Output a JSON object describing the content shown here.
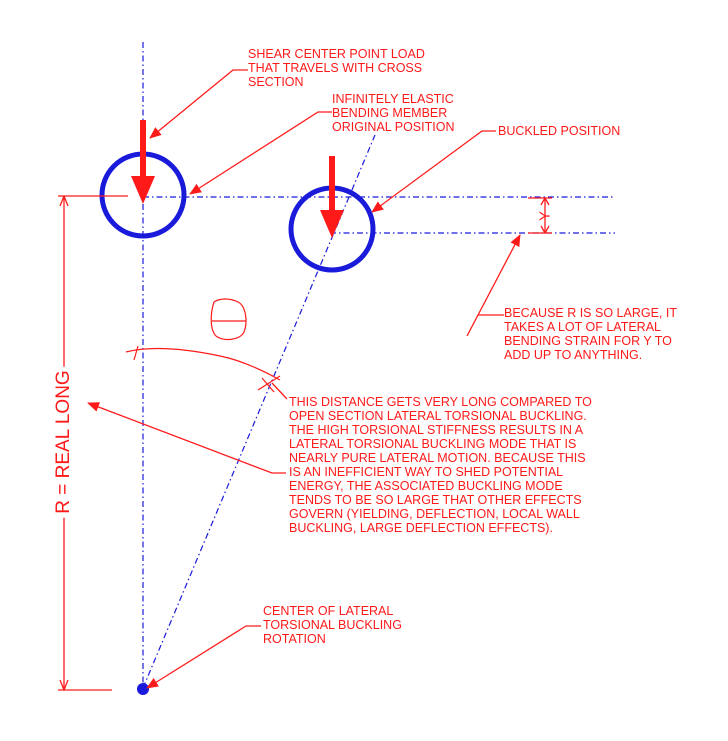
{
  "colors": {
    "annotation": "#ff1a1a",
    "geometry": "#1a1adb",
    "background": "#ffffff"
  },
  "labels": {
    "shear_center_load": [
      "SHEAR CENTER POINT LOAD",
      "THAT TRAVELS WITH CROSS",
      "SECTION"
    ],
    "original_position": [
      "INFINITELY ELASTIC",
      "BENDING MEMBER",
      "ORIGINAL POSITION"
    ],
    "buckled_position": [
      "BUCKLED POSITION"
    ],
    "y_displacement": "Y",
    "radius": "R = REAL LONG",
    "lateral_strain_note": [
      "BECAUSE R IS SO LARGE, IT",
      "TAKES A LOT OF LATERAL",
      "BENDING STRAIN FOR Y TO",
      "ADD UP TO ANYTHING."
    ],
    "distance_note": [
      "THIS DISTANCE GETS VERY LONG COMPARED TO",
      "OPEN SECTION LATERAL TORSIONAL BUCKLING.",
      "THE HIGH TORSIONAL STIFFNESS RESULTS IN A",
      "LATERAL TORSIONAL BUCKLING MODE THAT IS",
      "NEARLY PURE LATERAL MOTION.  BECAUSE THIS",
      "IS AN INEFFICIENT WAY TO SHED POTENTIAL",
      "ENERGY, THE ASSOCIATED BUCKLING MODE",
      "TENDS TO BE SO LARGE THAT OTHER EFFECTS",
      "GOVERN  (YIELDING, DEFLECTION, LOCAL WALL",
      "BUCKLING, LARGE DEFLECTION EFFECTS)."
    ],
    "rotation_center": [
      "CENTER OF LATERAL",
      "TORSIONAL BUCKLING",
      "ROTATION"
    ]
  }
}
